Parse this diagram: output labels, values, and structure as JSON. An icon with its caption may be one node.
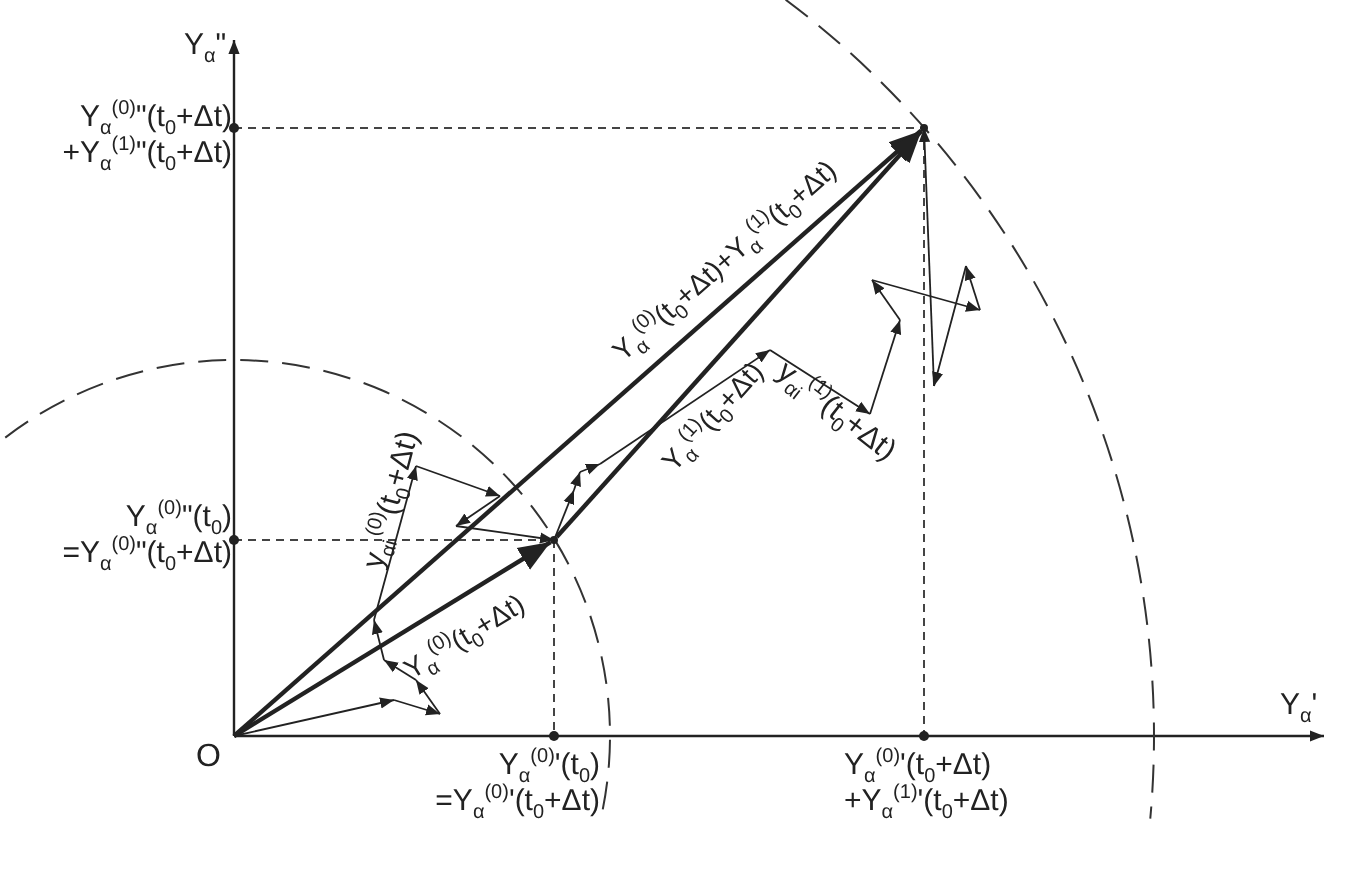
{
  "diagram": {
    "nodes": [
      {
        "text": [
          "O"
        ]
      },
      {
        "text": [],
        "shape": "dot"
      },
      {
        "text": [],
        "shape": "dot"
      }
    ],
    "edges": [
      {
        "from": 0,
        "to": 1,
        "arrow": "to",
        "label": "Y$_{α}$$^{(0)}$(t$_{0}$+Δt)"
      },
      {
        "from": 0,
        "to": 2,
        "arrow": "to",
        "label": "Y$_{α}$$^{(0)}$(t$_{0}$+Δt)+Y$_{α}$$^{(1)}$(t$_{0}$+Δt)"
      },
      {
        "from": 1,
        "to": 2,
        "arrow": "to",
        "label": "Y$_{α}$$^{(1)}$(t$_{0}$+Δt)"
      }
    ],
    "labels": [
      "Y$_{α}$\"",
      "Y$_{α}$$^{(0)}$\"(t$_{0}$+Δt) +Y$_{α}$$^{(1)}$\"(t$_{0}$+Δt)",
      "y$_{αi}$$^{(1)}$(t$_{0}$+Δt)",
      "y$_{αi}$$^{(0)}$(t$_{0}$+Δt)",
      "Y$_{α}$$^{(0)}$\"(t$_{0}$) =Y$_{α}$$^{(0)}$\"(t$_{0}$+Δt)",
      "Y$_{α}$'",
      "Y$_{α}$$^{(0)}$'(t$_{0}$) =Y$_{α}$$^{(0)}$'(t$_{0}$+Δt)",
      "Y$_{α}$$^{(0)}$'(t$_{0}$+Δt) +Y$_{α}$$^{(1)}$'(t$_{0}$+Δt)"
    ]
  }
}
